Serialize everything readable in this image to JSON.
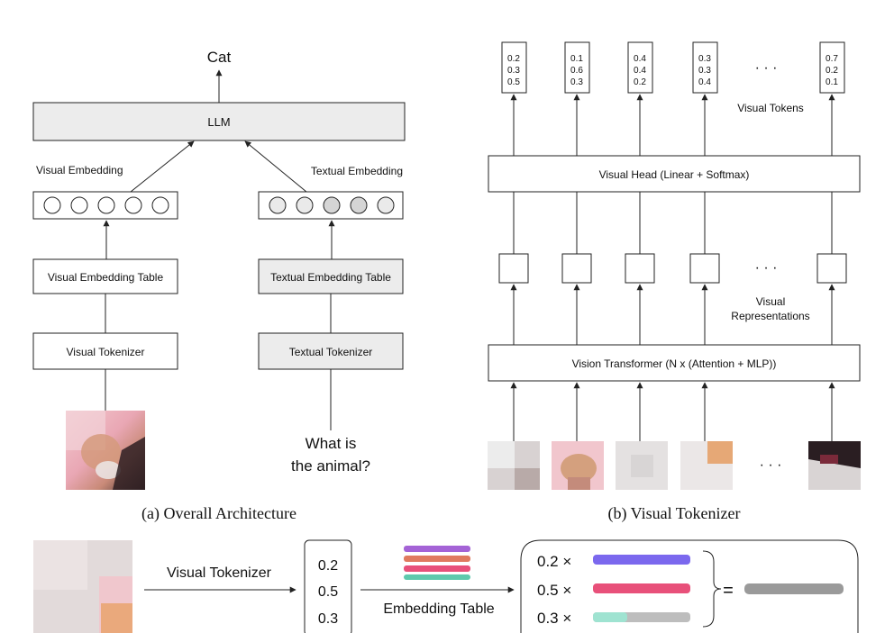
{
  "panel_a": {
    "output_label": "Cat",
    "llm_label": "LLM",
    "visual_embedding_label": "Visual Embedding",
    "textual_embedding_label": "Textual Embedding",
    "visual_embedding_table_label": "Visual Embedding Table",
    "textual_embedding_table_label": "Textual Embedding Table",
    "visual_tokenizer_label": "Visual Tokenizer",
    "textual_tokenizer_label": "Textual Tokenizer",
    "question_line1": "What is",
    "question_line2": "the animal?",
    "caption": "(a) Overall Architecture"
  },
  "panel_b": {
    "visual_tokens_label": "Visual Tokens",
    "visual_head_label": "Visual Head (Linear + Softmax)",
    "visual_representations_line1": "Visual",
    "visual_representations_line2": "Representations",
    "vision_transformer_label": "Vision Transformer (N x (Attention + MLP))",
    "ellipsis": "· · ·",
    "caption": "(b) Visual Tokenizer",
    "token_columns": [
      {
        "values": [
          "0.2",
          "0.3",
          "0.5"
        ]
      },
      {
        "values": [
          "0.1",
          "0.6",
          "0.3"
        ]
      },
      {
        "values": [
          "0.4",
          "0.4",
          "0.2"
        ]
      },
      {
        "values": [
          "0.3",
          "0.3",
          "0.4"
        ]
      },
      {
        "values": [
          "0.7",
          "0.2",
          "0.1"
        ]
      }
    ]
  },
  "panel_c": {
    "visual_tokenizer_label": "Visual Tokenizer",
    "embedding_table_label": "Embedding Table",
    "probs": [
      "0.2",
      "0.5",
      "0.3"
    ],
    "weighted_terms": [
      "0.2 ×",
      "0.5 ×",
      "0.3 ×"
    ],
    "equals": "="
  },
  "colors": {
    "purple": "#7b68ee",
    "pink": "#e8507a",
    "teal": "#6fcfb8",
    "gray": "#9a9a9a",
    "box_gray": "#ececec"
  }
}
